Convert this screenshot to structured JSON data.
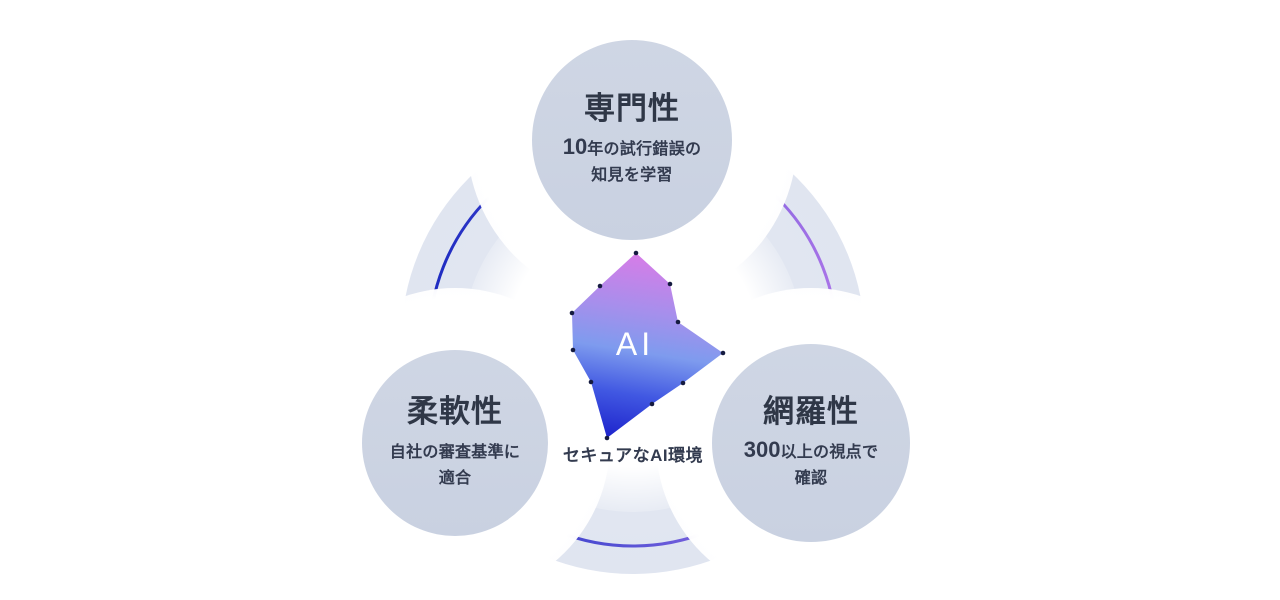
{
  "diagram": {
    "center": {
      "ai_label": "AI",
      "caption": "セキュアなAI環境"
    },
    "nodes": [
      {
        "id": "expertise",
        "title": "専門性",
        "big": "10",
        "line1": "年の試行錯誤の",
        "line2": "知見を学習"
      },
      {
        "id": "flexibility",
        "title": "柔軟性",
        "big": "",
        "line1": "自社の審査基準に",
        "line2": "適合"
      },
      {
        "id": "coverage",
        "title": "網羅性",
        "big": "300",
        "line1": "以上の視点で",
        "line2": "確認"
      }
    ],
    "colors": {
      "circle_fill": "#ccd3e2",
      "title_text": "#2f3747",
      "body_text": "#333b4f",
      "ring_blue": "#1d2bc1",
      "ring_purple": "#aa74e8",
      "polygon_pink": "#d77ce7",
      "polygon_deep_blue": "#1d23cc",
      "vertex_dot": "#151b40",
      "ai_text": "#ffffff"
    }
  }
}
